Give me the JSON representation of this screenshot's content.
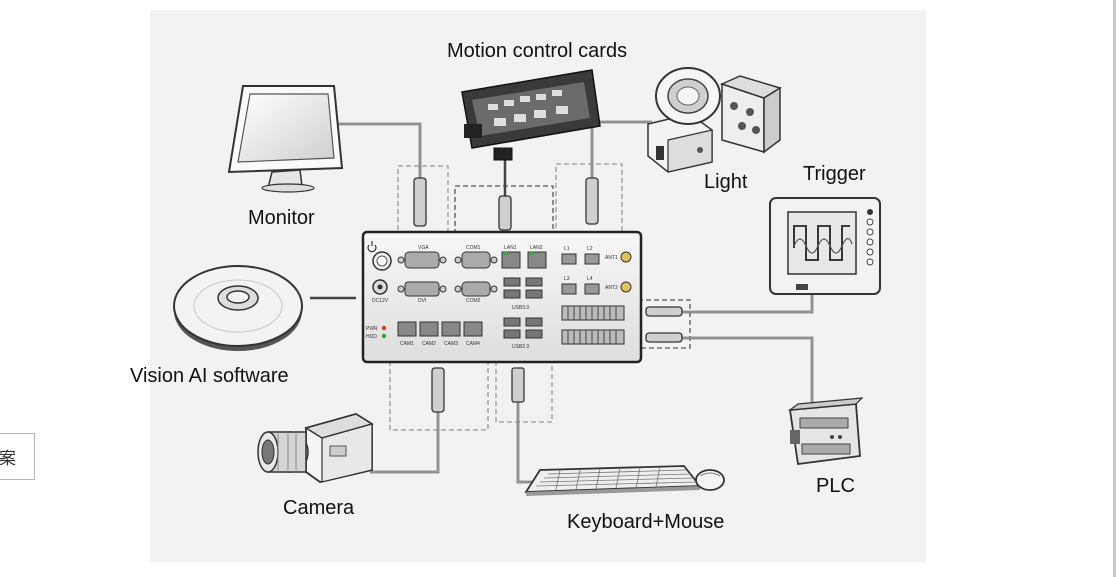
{
  "diagram": {
    "labels": {
      "motion_control_cards": "Motion control cards",
      "monitor": "Monitor",
      "light": "Light",
      "trigger": "Trigger",
      "vision_ai_software": "Vision AI software",
      "camera": "Camera",
      "keyboard_mouse": "Keyboard+Mouse",
      "plc": "PLC"
    },
    "ports": {
      "vga": "VGA",
      "com1": "COM1",
      "com2": "COM2",
      "lan1": "LAN1",
      "lan2": "LAN2",
      "dvi": "DVI",
      "usb3": "USB3.0",
      "usb2": "USB2.0",
      "l1": "L1",
      "l2": "L2",
      "l3": "L3",
      "l4": "L4",
      "ant1": "ANT1",
      "ant2": "ANT2",
      "dc12v": "DC12V",
      "pwr": "PWR",
      "hdd": "HDD",
      "cam1": "CAM1",
      "cam2": "CAM2",
      "cam3": "CAM3",
      "cam4": "CAM4"
    }
  },
  "side_tab": {
    "text": "案"
  }
}
